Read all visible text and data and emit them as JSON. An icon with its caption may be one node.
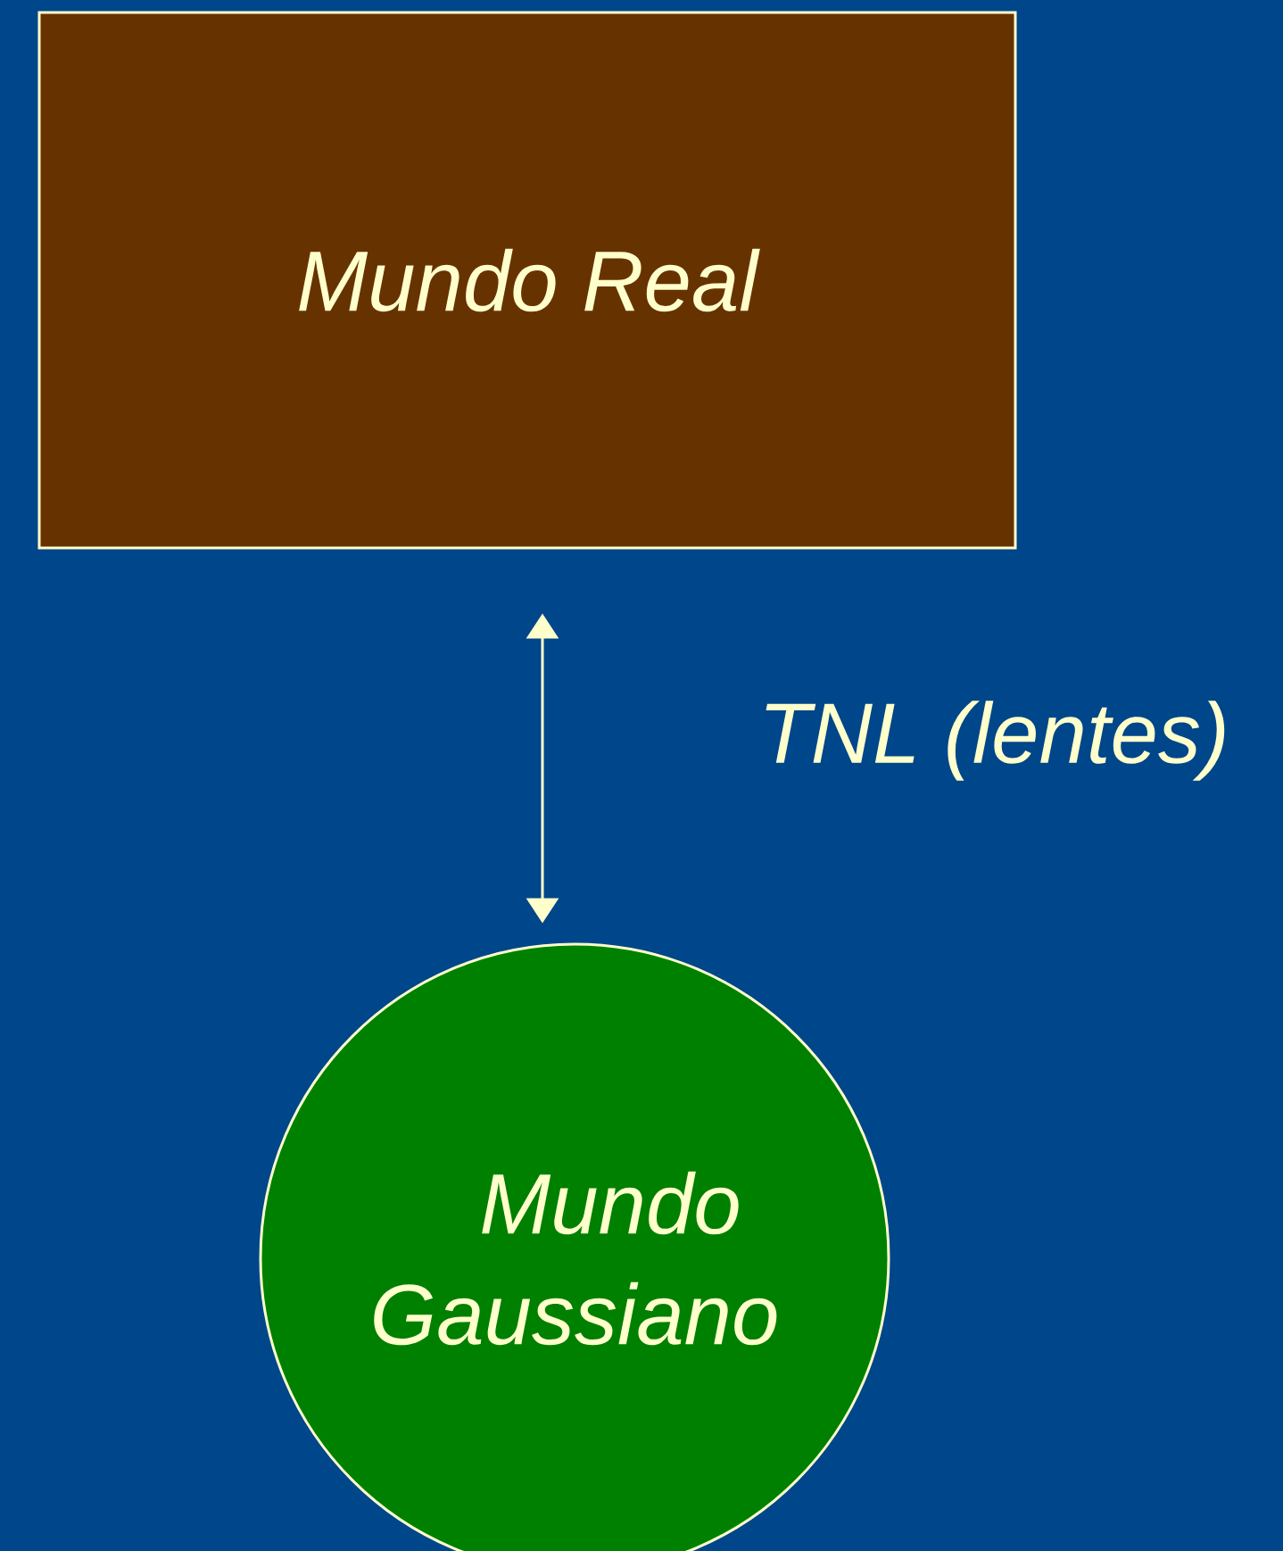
{
  "diagram": {
    "nodes": [
      {
        "text": [
          "Mundo Real"
        ]
      },
      {
        "text": [
          "Mundo Gaussiano"
        ]
      }
    ],
    "edges": [
      {
        "from": 0,
        "to": 1,
        "arrow": "both",
        "label": "TNL (lentes)"
      }
    ]
  }
}
